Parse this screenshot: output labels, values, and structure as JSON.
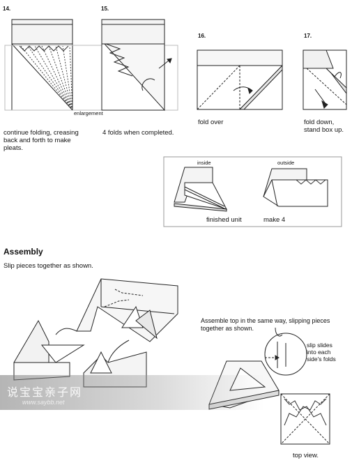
{
  "steps": {
    "s14": {
      "num": "14.",
      "label": "enlargement",
      "caption": "continue folding, creasing\nback and forth to make\npleats."
    },
    "s15": {
      "num": "15.",
      "caption": "4 folds when completed."
    },
    "s16": {
      "num": "16.",
      "caption": "fold over"
    },
    "s17": {
      "num": "17.",
      "caption": "fold down,\nstand box up."
    }
  },
  "unit_box": {
    "inside_label": "inside",
    "outside_label": "outside",
    "finished_label": "finished unit",
    "make_label": "make 4"
  },
  "assembly": {
    "heading": "Assembly",
    "intro": "Slip pieces together as shown.",
    "top_note": "Assemble top in the same way, slipping pieces\ntogether as shown.",
    "slip_note": "slip slides\ninto each\nside's folds",
    "top_view_label": "top view."
  },
  "watermark": {
    "text_cn": "说宝宝亲子网",
    "url": "www.saybb.net"
  }
}
